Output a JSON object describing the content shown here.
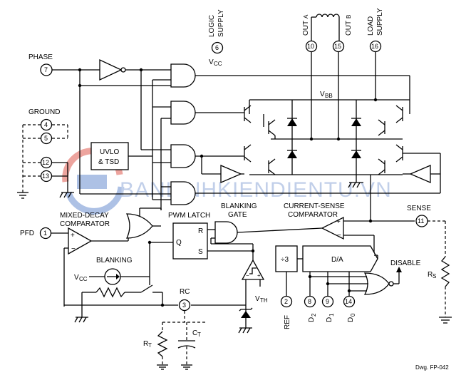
{
  "pins": {
    "phase": {
      "label": "PHASE",
      "num": "7"
    },
    "ground": {
      "label": "GROUND",
      "nums": [
        "4",
        "5",
        "12",
        "13"
      ]
    },
    "pfd": {
      "label": "PFD",
      "num": "1"
    },
    "rc": {
      "label": "RC",
      "num": "3"
    },
    "sense": {
      "label": "SENSE",
      "num": "11"
    },
    "logic": {
      "label_1": "LOGIC",
      "label_2": "SUPPLY",
      "num": "6",
      "vcc": "V",
      "vcc_sub": "CC"
    },
    "out_a": {
      "label_1": "OUT",
      "label_2": "A",
      "num": "10"
    },
    "out_b": {
      "label_1": "OUT",
      "label_2": "B",
      "num": "15"
    },
    "load": {
      "label_1": "LOAD",
      "label_2": "SUPPLY",
      "num": "16"
    },
    "ref": {
      "label": "REF",
      "num": "2"
    },
    "d2": {
      "label": "D",
      "sub": "2",
      "num": "8"
    },
    "d1": {
      "label": "D",
      "sub": "1",
      "num": "9"
    },
    "d0": {
      "label": "D",
      "sub": "0",
      "num": "14"
    }
  },
  "blocks": {
    "uvlo_1": "UVLO",
    "uvlo_2": "& TSD",
    "div": "÷3",
    "da": "D/A",
    "pwm_latch": "PWM LATCH",
    "latch_r": "R",
    "latch_q": "Q",
    "latch_s": "S",
    "blanking_gate_1": "BLANKING",
    "blanking_gate_2": "GATE",
    "cs_comp_1": "CURRENT-SENSE",
    "cs_comp_2": "COMPARATOR",
    "md_comp_1": "MIXED-DECAY",
    "md_comp_2": "COMPARATOR",
    "blanking": "BLANKING",
    "disable": "DISABLE",
    "vbb": "V",
    "vbb_sub": "BB",
    "vcc_src": "V",
    "vcc_src_sub": "CC",
    "vth": "V",
    "vth_sub": "TH"
  },
  "components": {
    "rs": "R",
    "rs_sub": "S",
    "rt": "R",
    "rt_sub": "T",
    "ct": "C",
    "ct_sub": "T"
  },
  "watermark": "BANLINHKIENDIENTU.VN",
  "drawing_id": "Dwg. FP-042",
  "colors": {
    "line": "#000000",
    "watermark": "#8fa8d8",
    "logo_red": "#e05a4f",
    "logo_blue": "#6b8fd0"
  }
}
